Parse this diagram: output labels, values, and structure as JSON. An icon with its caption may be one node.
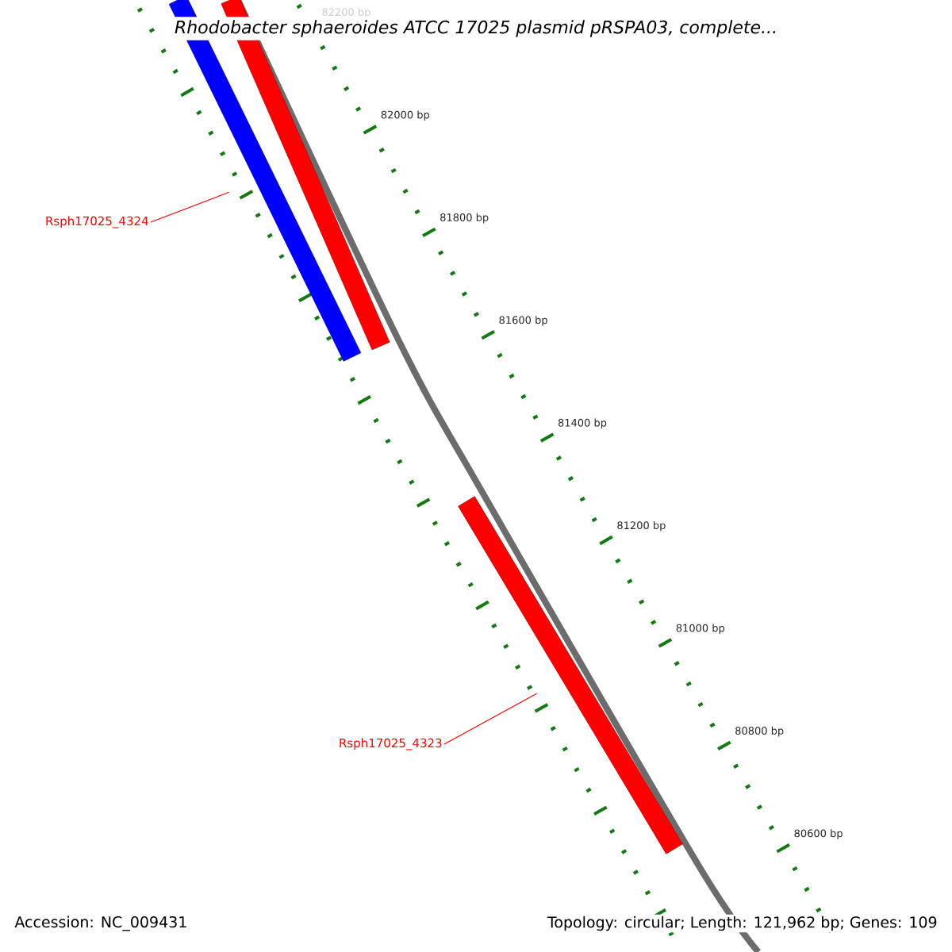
{
  "diagram": {
    "title": "Rhodobacter sphaeroides ATCC 17025 plasmid pRSPA03, complete...",
    "nodes": [
      {
        "text": [
          "Rsph17025_4324"
        ]
      },
      {
        "text": [],
        "shape": "bar"
      },
      {
        "text": [],
        "shape": "bar"
      },
      {
        "text": [
          "Rsph17025_4323"
        ]
      },
      {
        "text": [],
        "shape": "bar"
      }
    ],
    "edges": [
      {
        "from": 0,
        "to": 1,
        "arrow": "none"
      },
      {
        "from": 3,
        "to": 4,
        "arrow": "none"
      }
    ],
    "labels": [
      "82200 bp",
      "82000 bp",
      "81800 bp",
      "81600 bp",
      "81400 bp",
      "81200 bp",
      "81000 bp",
      "80800 bp",
      "80600 bp",
      "Accession: NC_009431",
      "Topology: circular; Length: 121,962 bp; Genes: 109"
    ]
  }
}
